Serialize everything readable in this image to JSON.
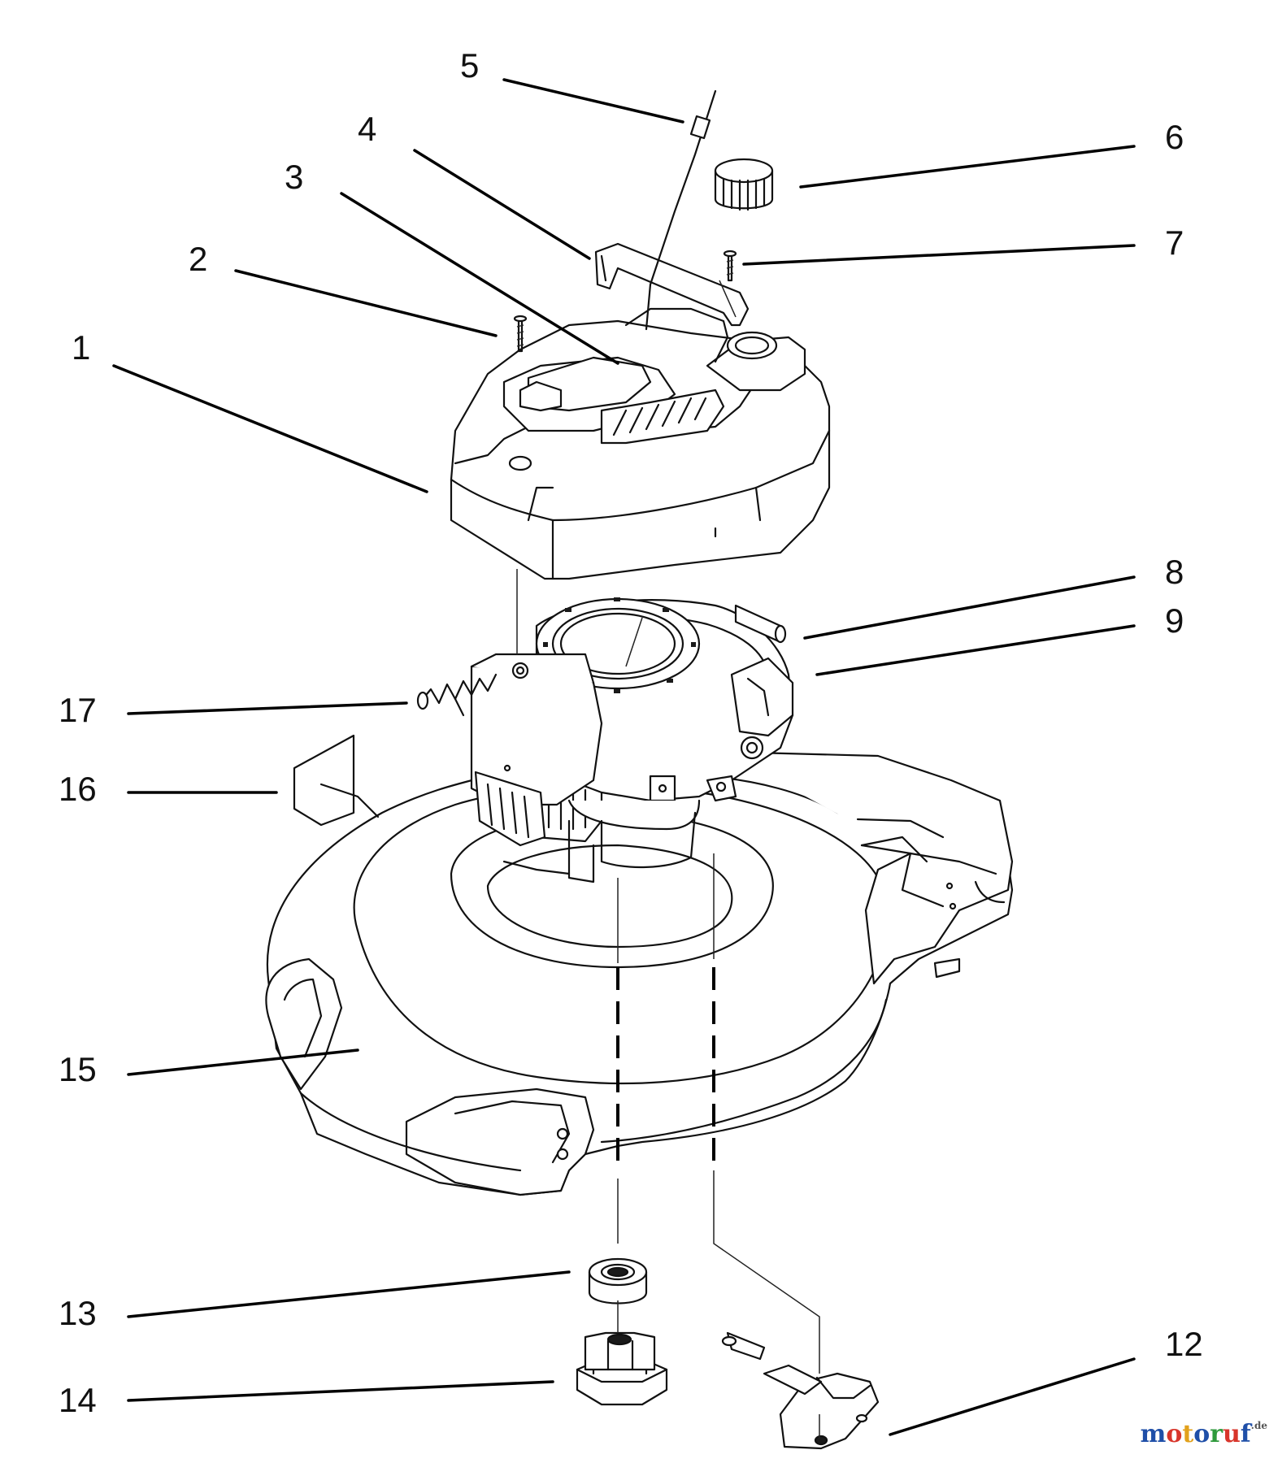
{
  "callouts": [
    {
      "id": "1",
      "label": "1"
    },
    {
      "id": "2",
      "label": "2"
    },
    {
      "id": "3",
      "label": "3"
    },
    {
      "id": "4",
      "label": "4"
    },
    {
      "id": "5",
      "label": "5"
    },
    {
      "id": "6",
      "label": "6"
    },
    {
      "id": "7",
      "label": "7"
    },
    {
      "id": "8",
      "label": "8"
    },
    {
      "id": "9",
      "label": "9"
    },
    {
      "id": "12",
      "label": "12"
    },
    {
      "id": "13",
      "label": "13"
    },
    {
      "id": "14",
      "label": "14"
    },
    {
      "id": "15",
      "label": "15"
    },
    {
      "id": "16",
      "label": "16"
    },
    {
      "id": "17",
      "label": "17"
    }
  ],
  "watermark": {
    "letters": [
      "m",
      "o",
      "t",
      "o",
      "r",
      "u",
      "f"
    ],
    "suffix": ".de",
    "colors": [
      "#1f4fa8",
      "#d8352b",
      "#e2a11b",
      "#1f4fa8",
      "#2f9a3c",
      "#d8352b",
      "#1f4fa8"
    ]
  }
}
